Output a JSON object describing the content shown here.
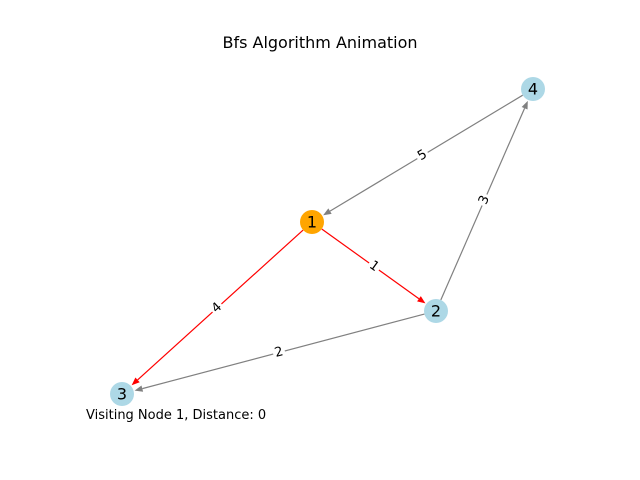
{
  "title": "Bfs Algorithm Animation",
  "status": "Visiting Node 1, Distance: 0",
  "colors": {
    "visited_node": "#ffa500",
    "default_node": "#add8e6",
    "active_edge": "#ff0000",
    "default_edge": "#808080",
    "label_bg": "#ffffff"
  },
  "graph": {
    "nodes": [
      {
        "id": "1",
        "label": "1",
        "state": "visited"
      },
      {
        "id": "2",
        "label": "2",
        "state": "default"
      },
      {
        "id": "3",
        "label": "3",
        "state": "default"
      },
      {
        "id": "4",
        "label": "4",
        "state": "default"
      }
    ],
    "edges": [
      {
        "from": "1",
        "to": "2",
        "weight": "1",
        "state": "active"
      },
      {
        "from": "1",
        "to": "3",
        "weight": "4",
        "state": "active"
      },
      {
        "from": "2",
        "to": "3",
        "weight": "2",
        "state": "default"
      },
      {
        "from": "2",
        "to": "4",
        "weight": "3",
        "state": "default"
      },
      {
        "from": "4",
        "to": "1",
        "weight": "5",
        "state": "default"
      }
    ]
  }
}
